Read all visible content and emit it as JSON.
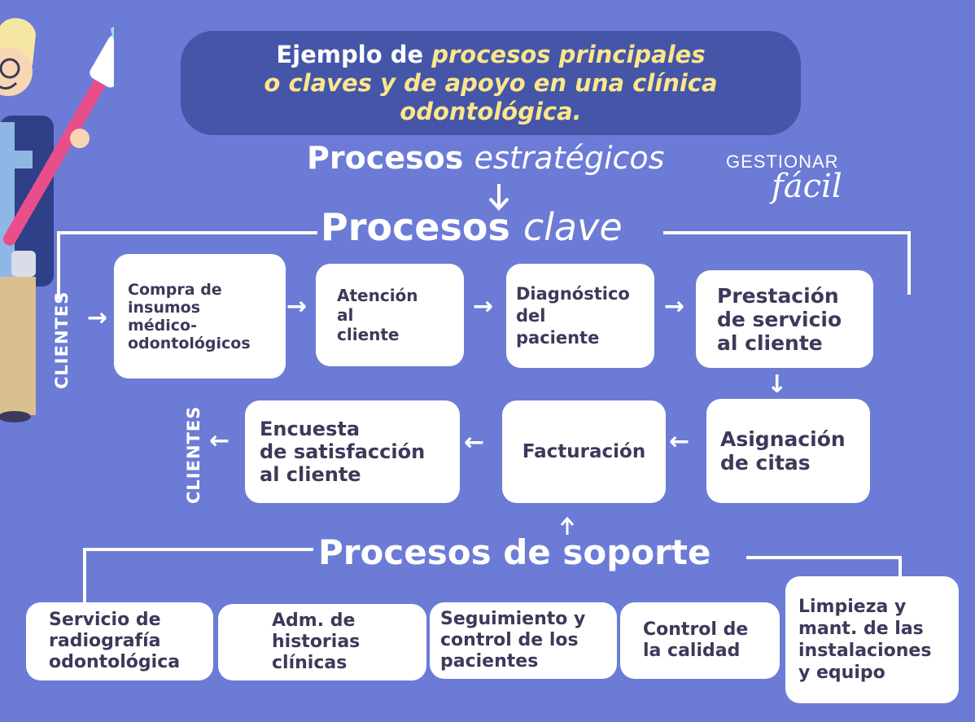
{
  "title": {
    "part1": "Ejemplo de ",
    "highlight1": "procesos principales",
    "highlight2": "o claves y de apoyo en una clínica",
    "highlight3": "odontológica."
  },
  "strategic": {
    "bold": "Procesos",
    "italic": "estratégicos"
  },
  "key": {
    "bold": "Procesos",
    "italic": "clave"
  },
  "support": {
    "label": "Procesos de soporte"
  },
  "logo": {
    "top": "GESTIONAR",
    "bottom": "fácil"
  },
  "clients_label": "CLIENTES",
  "key_processes_row1": [
    [
      "Compra de",
      "insumos",
      "médico-",
      "odontológicos"
    ],
    [
      "Atención",
      "al",
      "cliente"
    ],
    [
      "Diagnóstico",
      "del",
      "paciente"
    ],
    [
      "Prestación",
      "de servicio",
      "al cliente"
    ]
  ],
  "key_processes_row2": [
    [
      "Encuesta",
      "de satisfacción",
      "al cliente"
    ],
    [
      "Facturación"
    ],
    [
      "Asignación",
      "de citas"
    ]
  ],
  "support_processes": [
    [
      "Servicio de",
      "radiografía",
      "odontológica"
    ],
    [
      "Adm. de",
      "historias",
      "clínicas"
    ],
    [
      "Seguimiento y",
      "control de los",
      "pacientes"
    ],
    [
      "Control de",
      "la calidad"
    ],
    [
      "Limpieza y",
      "mant. de las",
      "instalaciones",
      "y equipo"
    ]
  ],
  "colors": {
    "background": "#6b7bd6",
    "title_pill": "#4556a8",
    "highlight": "#fde68a",
    "box_text": "#3b3a5a"
  }
}
